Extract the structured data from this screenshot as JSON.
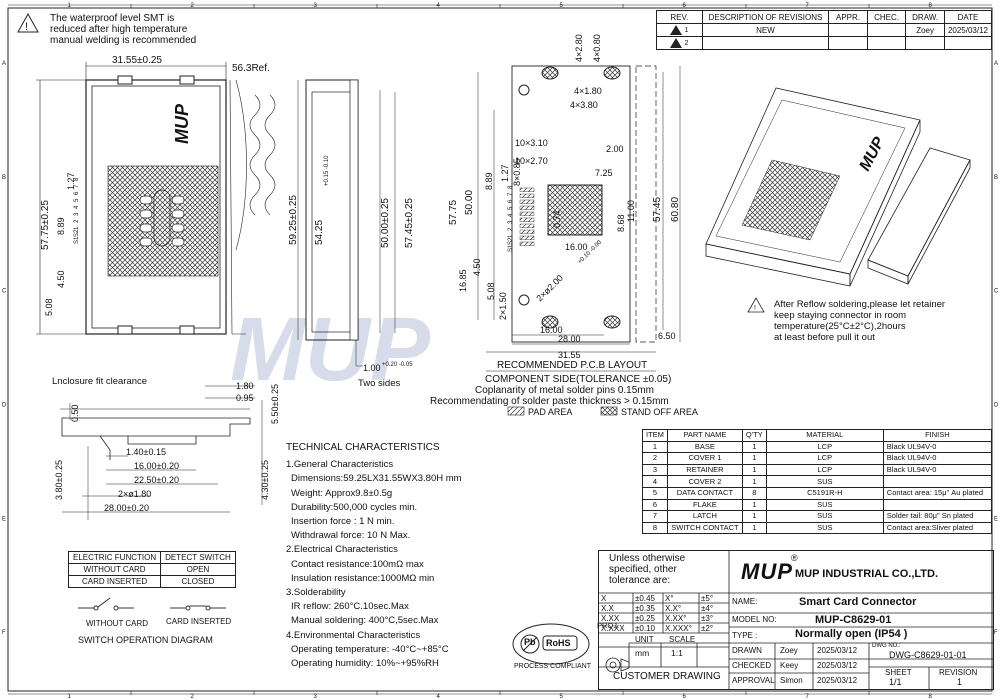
{
  "top_note": [
    "The waterproof level SMT is",
    "reduced after high temperature",
    "manual welding is recommended"
  ],
  "revisions": {
    "headers": [
      "REV.",
      "DESCRIPTION OF REVISIONS",
      "APPR.",
      "CHEC.",
      "DRAW.",
      "DATE"
    ],
    "rows": [
      {
        "rev": "1",
        "desc": "NEW",
        "appr": "",
        "chec": "",
        "draw": "Zoey",
        "date": "2025/03/12"
      },
      {
        "rev": "2",
        "desc": "",
        "appr": "",
        "chec": "",
        "draw": "",
        "date": ""
      }
    ]
  },
  "grid": {
    "columns": [
      "1",
      "2",
      "3",
      "4",
      "5",
      "6",
      "7",
      "8"
    ],
    "rows": [
      "A",
      "B",
      "C",
      "D",
      "E",
      "F"
    ]
  },
  "dims": {
    "front_width": "31.55±0.25",
    "front_ref": "56.3Ref.",
    "front_height": "57.75±0.25",
    "front_8_89": "8.89",
    "front_1_27": "1.27",
    "front_4_50": "4.50",
    "front_5_08": "5.08",
    "side_59_25": "59.25±0.25",
    "side_54_25": "54.25",
    "side_54_25_tol": "+0.15 -0.10",
    "side_50_00": "50.00±0.25",
    "side_57_45": "57.45±0.25",
    "side_1_00": "1.00",
    "side_1_00_tol": "+0.20 -0.05",
    "two_sides": "Two sides",
    "pcb_4x2_80": "4×2.80",
    "pcb_4x0_80": "4×0.80",
    "pcb_4x1_80": "4×1.80",
    "pcb_4x3_80": "4×3.80",
    "pcb_10x3_10": "10×3.10",
    "pcb_10x2_70": "10×2.70",
    "pcb_8x0_85": "8×0.85",
    "pcb_8_89": "8.89",
    "pcb_1_27": "1.27",
    "pcb_7_25": "7.25",
    "pcb_2_00": "2.00",
    "pcb_57_75": "57.75",
    "pcb_50_00": "50.00",
    "pcb_57_45": "57.45",
    "pcb_60_80": "60.80",
    "pcb_0_74": "0.74",
    "pcb_11_00": "11.00",
    "pcb_8_68": "8.68",
    "pcb_16_00": "16.00",
    "pcb_16_85": "16.85",
    "pcb_4_50": "4.50",
    "pcb_5_08": "5.08",
    "pcb_2x1_50": "2×1.50",
    "pcb_holes": "2×ø2.00",
    "pcb_holes_tol": "+0.10 -0.00",
    "pcb_16_00b": "16.00",
    "pcb_28_00": "28.00",
    "pcb_31_55": "31.55",
    "pcb_6_50": "6.50",
    "pins_left": [
      "S1",
      "S2",
      "1",
      "2",
      "3",
      "4",
      "5",
      "6",
      "7",
      "8"
    ],
    "pins_mid": [
      "S1",
      "S2",
      "1",
      "2",
      "3",
      "4",
      "5",
      "6",
      "7",
      "8"
    ],
    "sec_0_50": "0.50",
    "sec_1_80": "1.80",
    "sec_0_95": "0.95",
    "sec_5_50": "5.50±0.25",
    "sec_3_80": "3.80±0.25",
    "sec_4_30": "4.30±0.25",
    "sec_1_40": "1.40±0.15",
    "sec_16_00": "16.00±0.20",
    "sec_22_50": "22.50±0.20",
    "sec_2x1_80": "2×ø1.80",
    "sec_28_00": "28.00±0.20"
  },
  "pcb_caption": {
    "title": "RECOMMENDED P.C.B LAYOUT",
    "subtitle": "COMPONENT SIDE(TOLERANCE ±0.05)",
    "line1": "Coplanarity of metal solder pins 0.15mm",
    "line2": "Recommendating of  solder paste thickness > 0.15mm",
    "pad_area": "PAD AREA",
    "standoff_area": "STAND OFF AREA"
  },
  "enclosure_label": "Lnclosure fit clearance",
  "reflow_note": [
    "After Reflow soldering,please let retainer",
    "keep staying connector in room",
    "temperature(25°C±2°C),2hours",
    "at least before pull it out"
  ],
  "switch_table": {
    "headers": [
      "ELECTRIC FUNCTION",
      "DETECT SWITCH"
    ],
    "rows": [
      [
        "WITHOUT CARD",
        "OPEN"
      ],
      [
        "CARD INSERTED",
        "CLOSED"
      ]
    ]
  },
  "switch_labels": {
    "without": "WITHOUT CARD",
    "inserted": "CARD INSERTED",
    "title": "SWITCH OPERATION DIAGRAM"
  },
  "tech": {
    "title": "TECHNICAL CHARACTERISTICS",
    "lines": [
      "1.General Characteristics",
      "  Dimensions:59.25LX31.55WX3.80H  mm",
      "  Weight: Approx9.8±0.5g",
      "  Durability:500,000  cycles min.",
      "  Insertion force : 1 N min.",
      "  Withdrawal force:   10 N Max.",
      "2.Electrical Characteristics",
      "  Contact resistance:100mΩ max",
      "  Insulation resistance:1000MΩ min",
      "3.Solderability",
      "  IR reflow: 260°C.10sec.Max",
      "  Manual soldering: 400°C,5sec.Max",
      "4.Environmental Characteristics",
      "  Operating temperature: -40°C~+85°C",
      "  Operating humidity: 10%~+95%RH"
    ]
  },
  "bom": {
    "headers": [
      "ITEM",
      "PART NAME",
      "Q'TY",
      "MATERIAL",
      "FINISH"
    ],
    "rows": [
      [
        "1",
        "BASE",
        "1",
        "LCP",
        "Black UL94V-0"
      ],
      [
        "2",
        "COVER 1",
        "1",
        "LCP",
        "Black UL94V-0"
      ],
      [
        "3",
        "RETAINER",
        "1",
        "LCP",
        "Black UL94V-0"
      ],
      [
        "4",
        "COVER 2",
        "1",
        "SUS",
        ""
      ],
      [
        "5",
        "DATA CONTACT",
        "8",
        "C5191R-H",
        "Contact area: 15μ\" Au plated"
      ],
      [
        "6",
        "FLAKE",
        "1",
        "SUS",
        ""
      ],
      [
        "7",
        "LATCH",
        "1",
        "SUS",
        "Solder tail: 80μ\" Sn plated"
      ],
      [
        "8",
        "SWITCH CONTACT",
        "1",
        "SUS",
        "Contact area:Sliver plated"
      ]
    ]
  },
  "title_block": {
    "unless": [
      "Unless otherwise",
      "specified, other",
      "tolerance are:"
    ],
    "tolerances": [
      [
        "X",
        "±0.45",
        "X°",
        "±5°"
      ],
      [
        "X.X",
        "±0.35",
        "X.X°",
        "±4°"
      ],
      [
        "X.XX",
        "±0.25",
        "X.XX°",
        "±3°"
      ],
      [
        "X.XXX",
        "±0.10",
        "X.XXX°",
        "±2°"
      ]
    ],
    "proj_label": "PROJ.",
    "unit_label": "UNIT",
    "unit_value": "mm",
    "scale_label": "SCALE",
    "scale_value": "1:1",
    "customer": "CUSTOMER  DRAWING",
    "process": "PROCESS COMPLIANT",
    "rohs": "RoHS",
    "pb": "Pb",
    "brand": "MUP",
    "company": "MUP INDUSTRIAL CO.,LTD.",
    "name_label": "NAME:",
    "name_value": "Smart Card Connector",
    "model_label": "MODEL NO:",
    "model_value": "MUP-C8629-01",
    "type_label": "TYPE :",
    "type_value": "Normally open  (IP54 )",
    "drawn_label": "DRAWN",
    "drawn_by": "Zoey",
    "drawn_date": "2025/03/12",
    "checked_label": "CHECKED",
    "checked_by": "Keey",
    "checked_date": "2025/03/12",
    "approval_label": "APPROVAL",
    "approval_by": "Simon",
    "approval_date": "2025/03/12",
    "dwg_label": "DWG NO.:",
    "dwg_value": "DWG-C8629-01-01",
    "sheet_label": "SHEET",
    "sheet_value": "1/1",
    "revision_label": "REVISION",
    "revision_value": "1"
  },
  "watermark": "MUP"
}
